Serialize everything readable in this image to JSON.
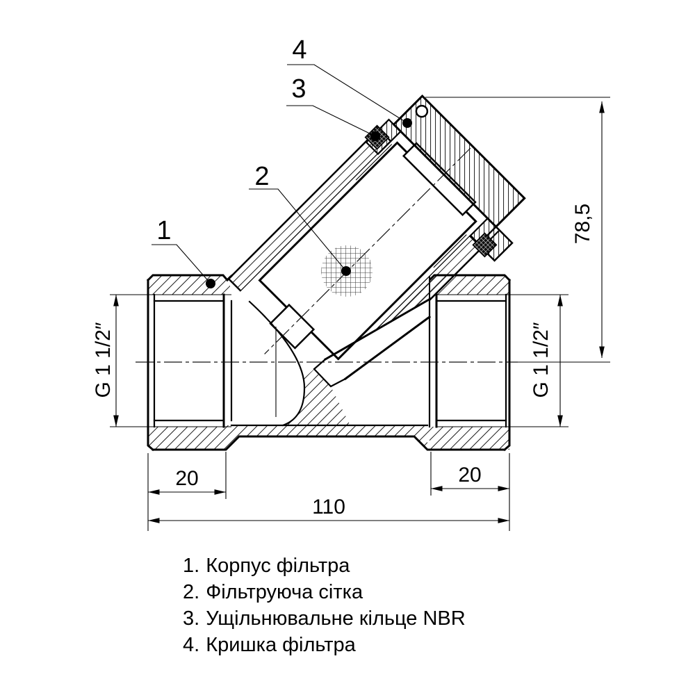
{
  "page": {
    "background": "#ffffff",
    "line_color": "#000000"
  },
  "drawing": {
    "callouts": [
      {
        "label": "1"
      },
      {
        "label": "2"
      },
      {
        "label": "3"
      },
      {
        "label": "4"
      }
    ],
    "dimensions": {
      "height": "78,5",
      "thread_left": "G 1 1/2″",
      "thread_right": "G 1 1/2″",
      "inset_left": "20",
      "inset_right": "20",
      "length": "110"
    }
  },
  "legend": {
    "items": [
      {
        "number": "1.",
        "label": "Корпус фільтра"
      },
      {
        "number": "2.",
        "label": "Фільтруюча сітка"
      },
      {
        "number": "3.",
        "label": "Ущільнювальне кільце NBR"
      },
      {
        "number": "4.",
        "label": "Кришка фільтра"
      }
    ]
  }
}
